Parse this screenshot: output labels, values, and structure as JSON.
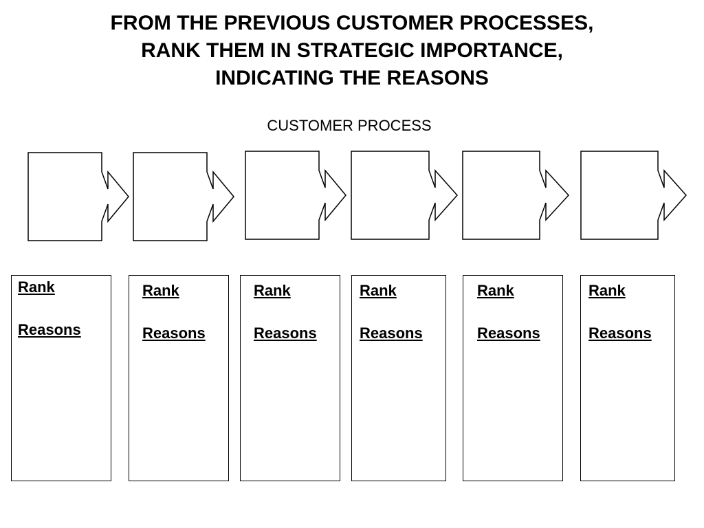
{
  "title": {
    "lines": [
      "FROM THE PREVIOUS CUSTOMER PROCESSES,",
      "RANK THEM IN STRATEGIC IMPORTANCE,",
      "INDICATING THE REASONS"
    ]
  },
  "process_label": "CUSTOMER PROCESS",
  "process_steps": [
    {
      "rank_label": "Rank",
      "reasons_label": "Reasons"
    },
    {
      "rank_label": "Rank",
      "reasons_label": "Reasons"
    },
    {
      "rank_label": "Rank",
      "reasons_label": "Reasons"
    },
    {
      "rank_label": "Rank",
      "reasons_label": "Reasons"
    },
    {
      "rank_label": "Rank",
      "reasons_label": "Reasons"
    },
    {
      "rank_label": "Rank",
      "reasons_label": "Reasons"
    }
  ]
}
